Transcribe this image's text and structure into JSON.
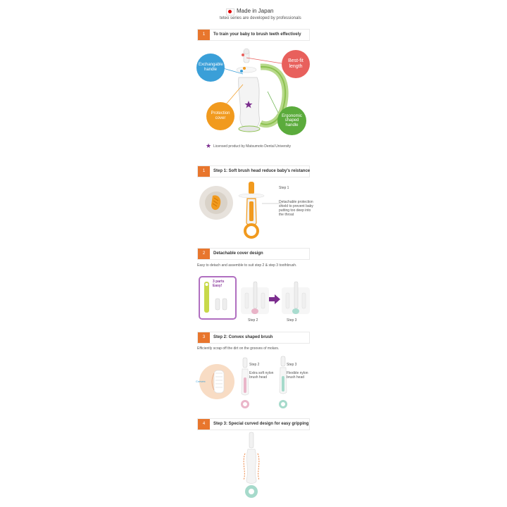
{
  "header": {
    "title": "Made in Japan",
    "subtitle": "teteo series are developed by professionals"
  },
  "colors": {
    "accent": "#e8762d",
    "blue": "#3a9fd8",
    "red": "#e8605c",
    "orange": "#f19a1e",
    "green": "#5bab3c",
    "purple": "#7b2d8e"
  },
  "section1": {
    "number": "1",
    "label": "To train  your baby to brush teeth effectively",
    "features": {
      "blue": "Exchangable handle",
      "red": "Best-fit length",
      "orange": "Protection cover",
      "green": "Ergonomic shaped handle"
    },
    "licensed": "Licensed product by Matsumoto Dental University"
  },
  "section2": {
    "number": "1",
    "label": "Step 1: Soft brush head reduce baby's reistance",
    "step_label": "Step 1",
    "note": "Detachable protection shield to prevent baby putting too deep into the throat"
  },
  "section3": {
    "number": "2",
    "label": "Detachable cover design",
    "desc": "Easy to detach and assemble to suit step 2 & step 3 toothbrush.",
    "badge": "3 parts Easy!",
    "step2": "Step 2",
    "step3": "Step 3"
  },
  "section4": {
    "number": "3",
    "label": "Step 2: Convex shaped brush",
    "desc": "Efficiently scrap off the dirt on the grooves of molars.",
    "convex": "Convex",
    "step2": "Step 2",
    "step2_note": "Extra soft nylon brush head",
    "step3": "Step 3",
    "step3_note": "Flexible nylon brush head"
  },
  "section5": {
    "number": "4",
    "label": "Step 3: Special curved design for easy gripping"
  }
}
